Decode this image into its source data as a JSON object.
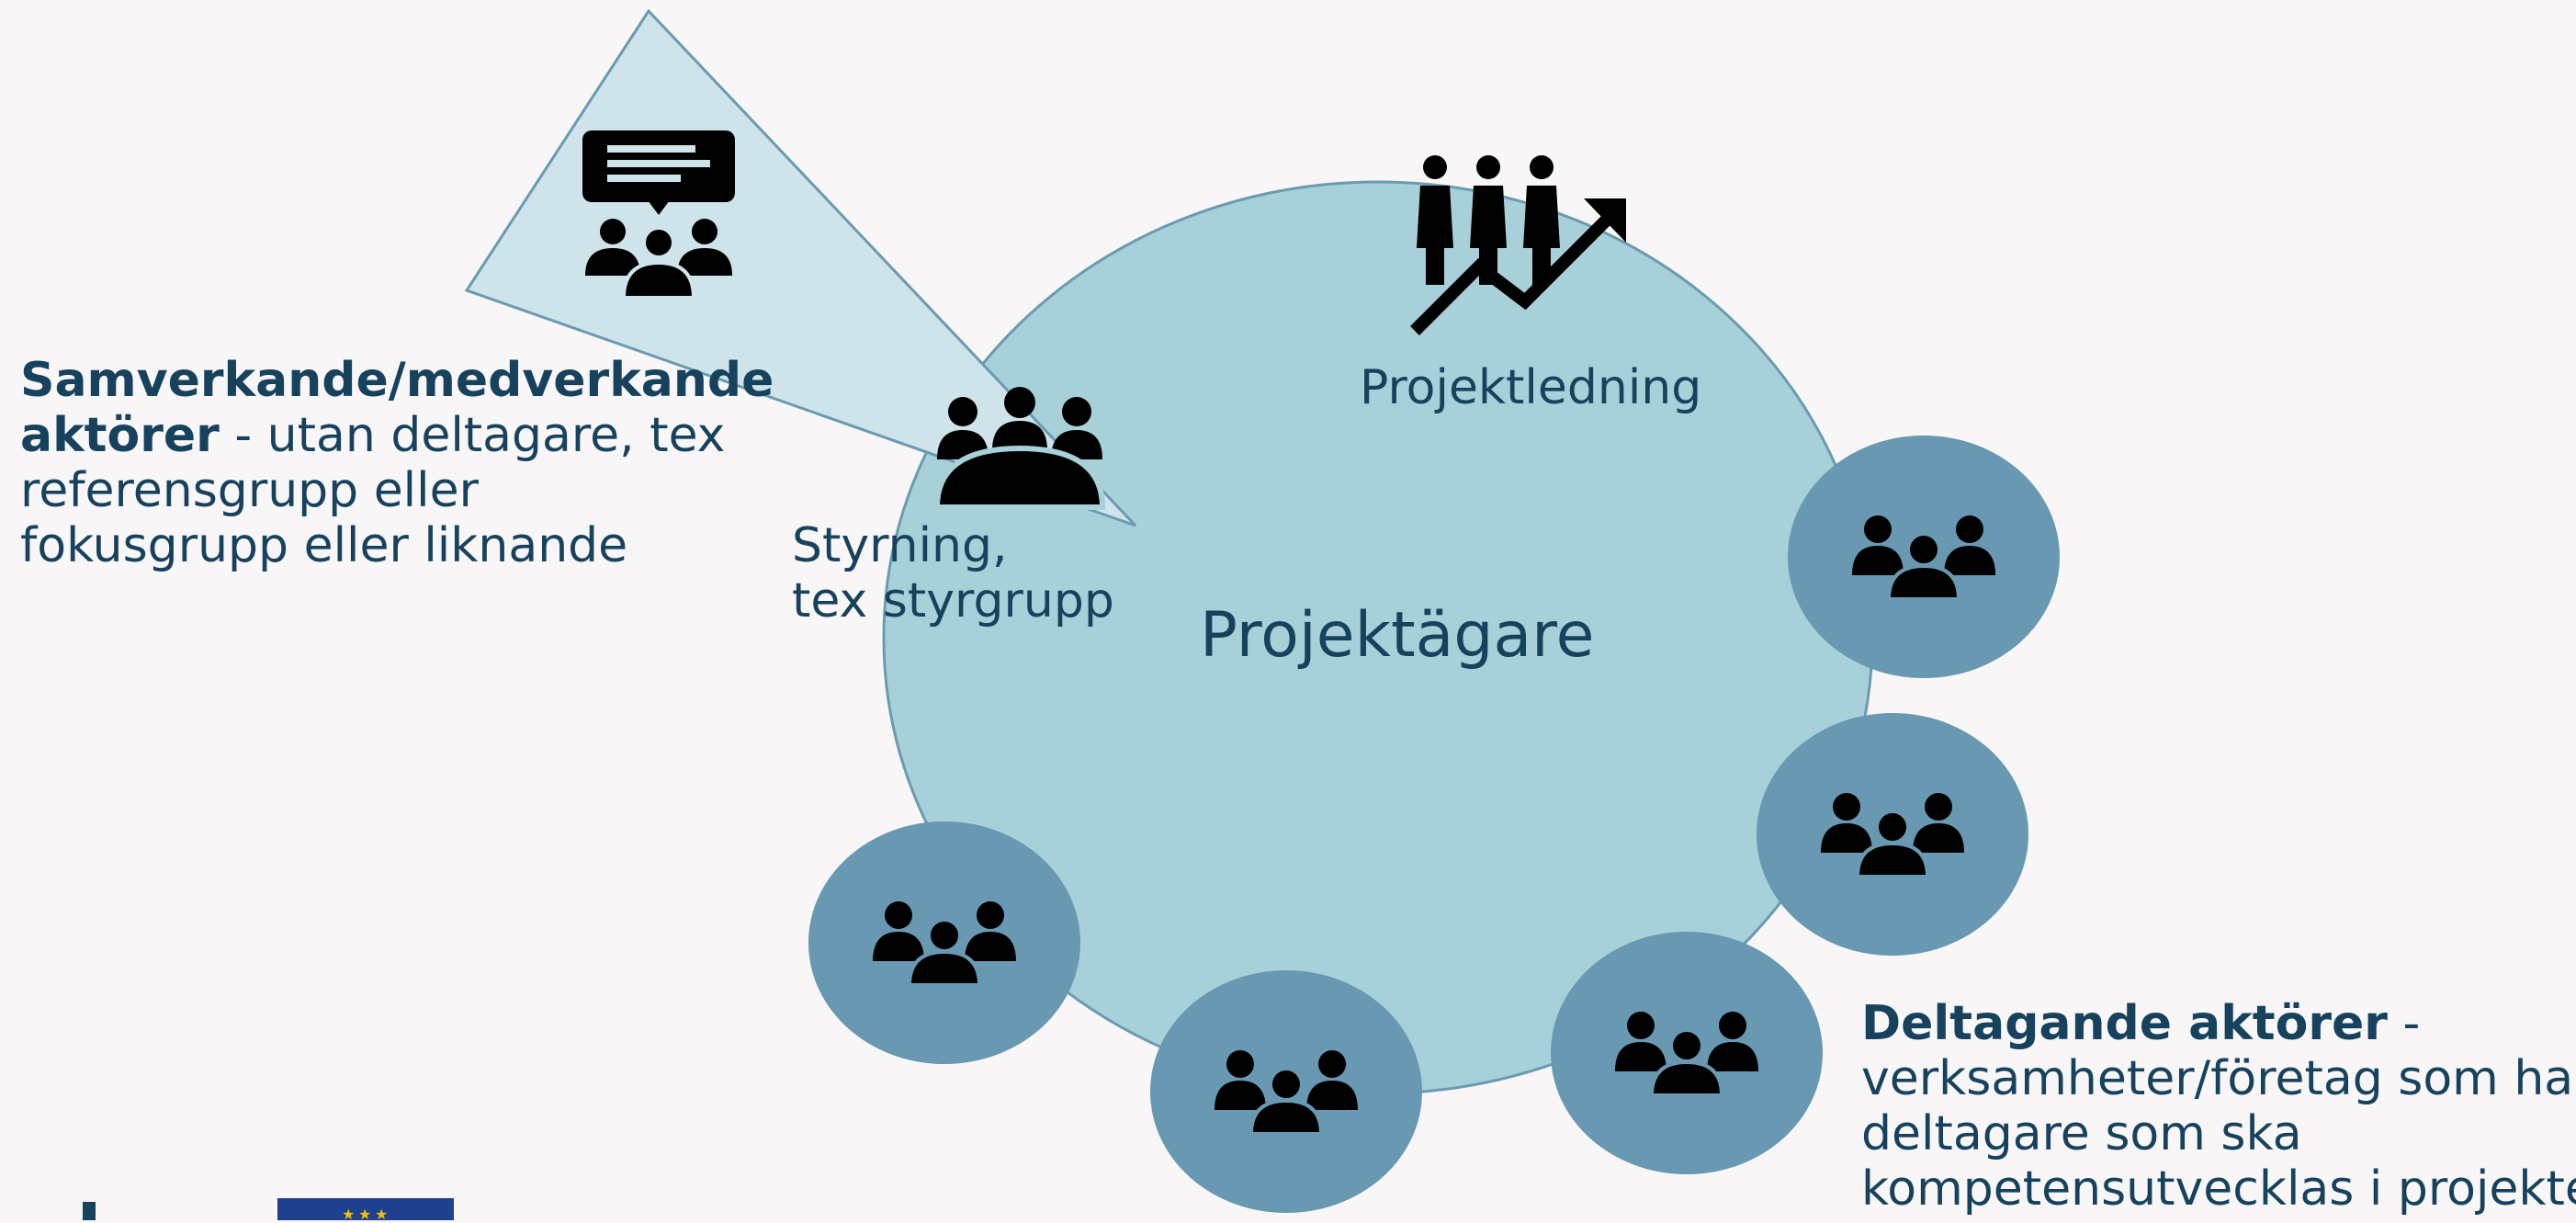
{
  "left_text": {
    "bold": "Samverkande/medverkande aktörer",
    "rest": " - utan deltagare, tex referensgrupp eller fokusgrupp eller liknande",
    "lines": [
      {
        "bold": "Samverkande/medverkande",
        "normal": ""
      },
      {
        "bold": "aktörer",
        "normal": " - utan deltagare, tex"
      },
      {
        "bold": "",
        "normal": "referensgrupp eller"
      },
      {
        "bold": "",
        "normal": "fokusgrupp eller liknande"
      }
    ]
  },
  "center": {
    "owner_label": "Projektägare",
    "management_label": "Projektledning",
    "steering_label_line1": "Styrning,",
    "steering_label_line2": "tex styrgrupp"
  },
  "right_text": {
    "lines": [
      {
        "bold": "Deltagande aktörer",
        "normal": " -"
      },
      {
        "bold": "",
        "normal": "verksamheter/företag som har"
      },
      {
        "bold": "",
        "normal": "deltagare som ska"
      },
      {
        "bold": "",
        "normal": "kompetensutvecklas i projektet"
      }
    ]
  },
  "icons": {
    "reference_group": "speech-bubble-group-icon",
    "steering": "meeting-table-icon",
    "management": "team-growth-icon",
    "participants": "group-icon"
  },
  "colors": {
    "background": "#f8f6f7",
    "big_circle": "#a8d0d9",
    "big_circle_stroke": "#6a9bb0",
    "triangle": "#cfe4ea",
    "small_circles": "#6898b2",
    "text": "#17425d",
    "icon": "#000000"
  }
}
